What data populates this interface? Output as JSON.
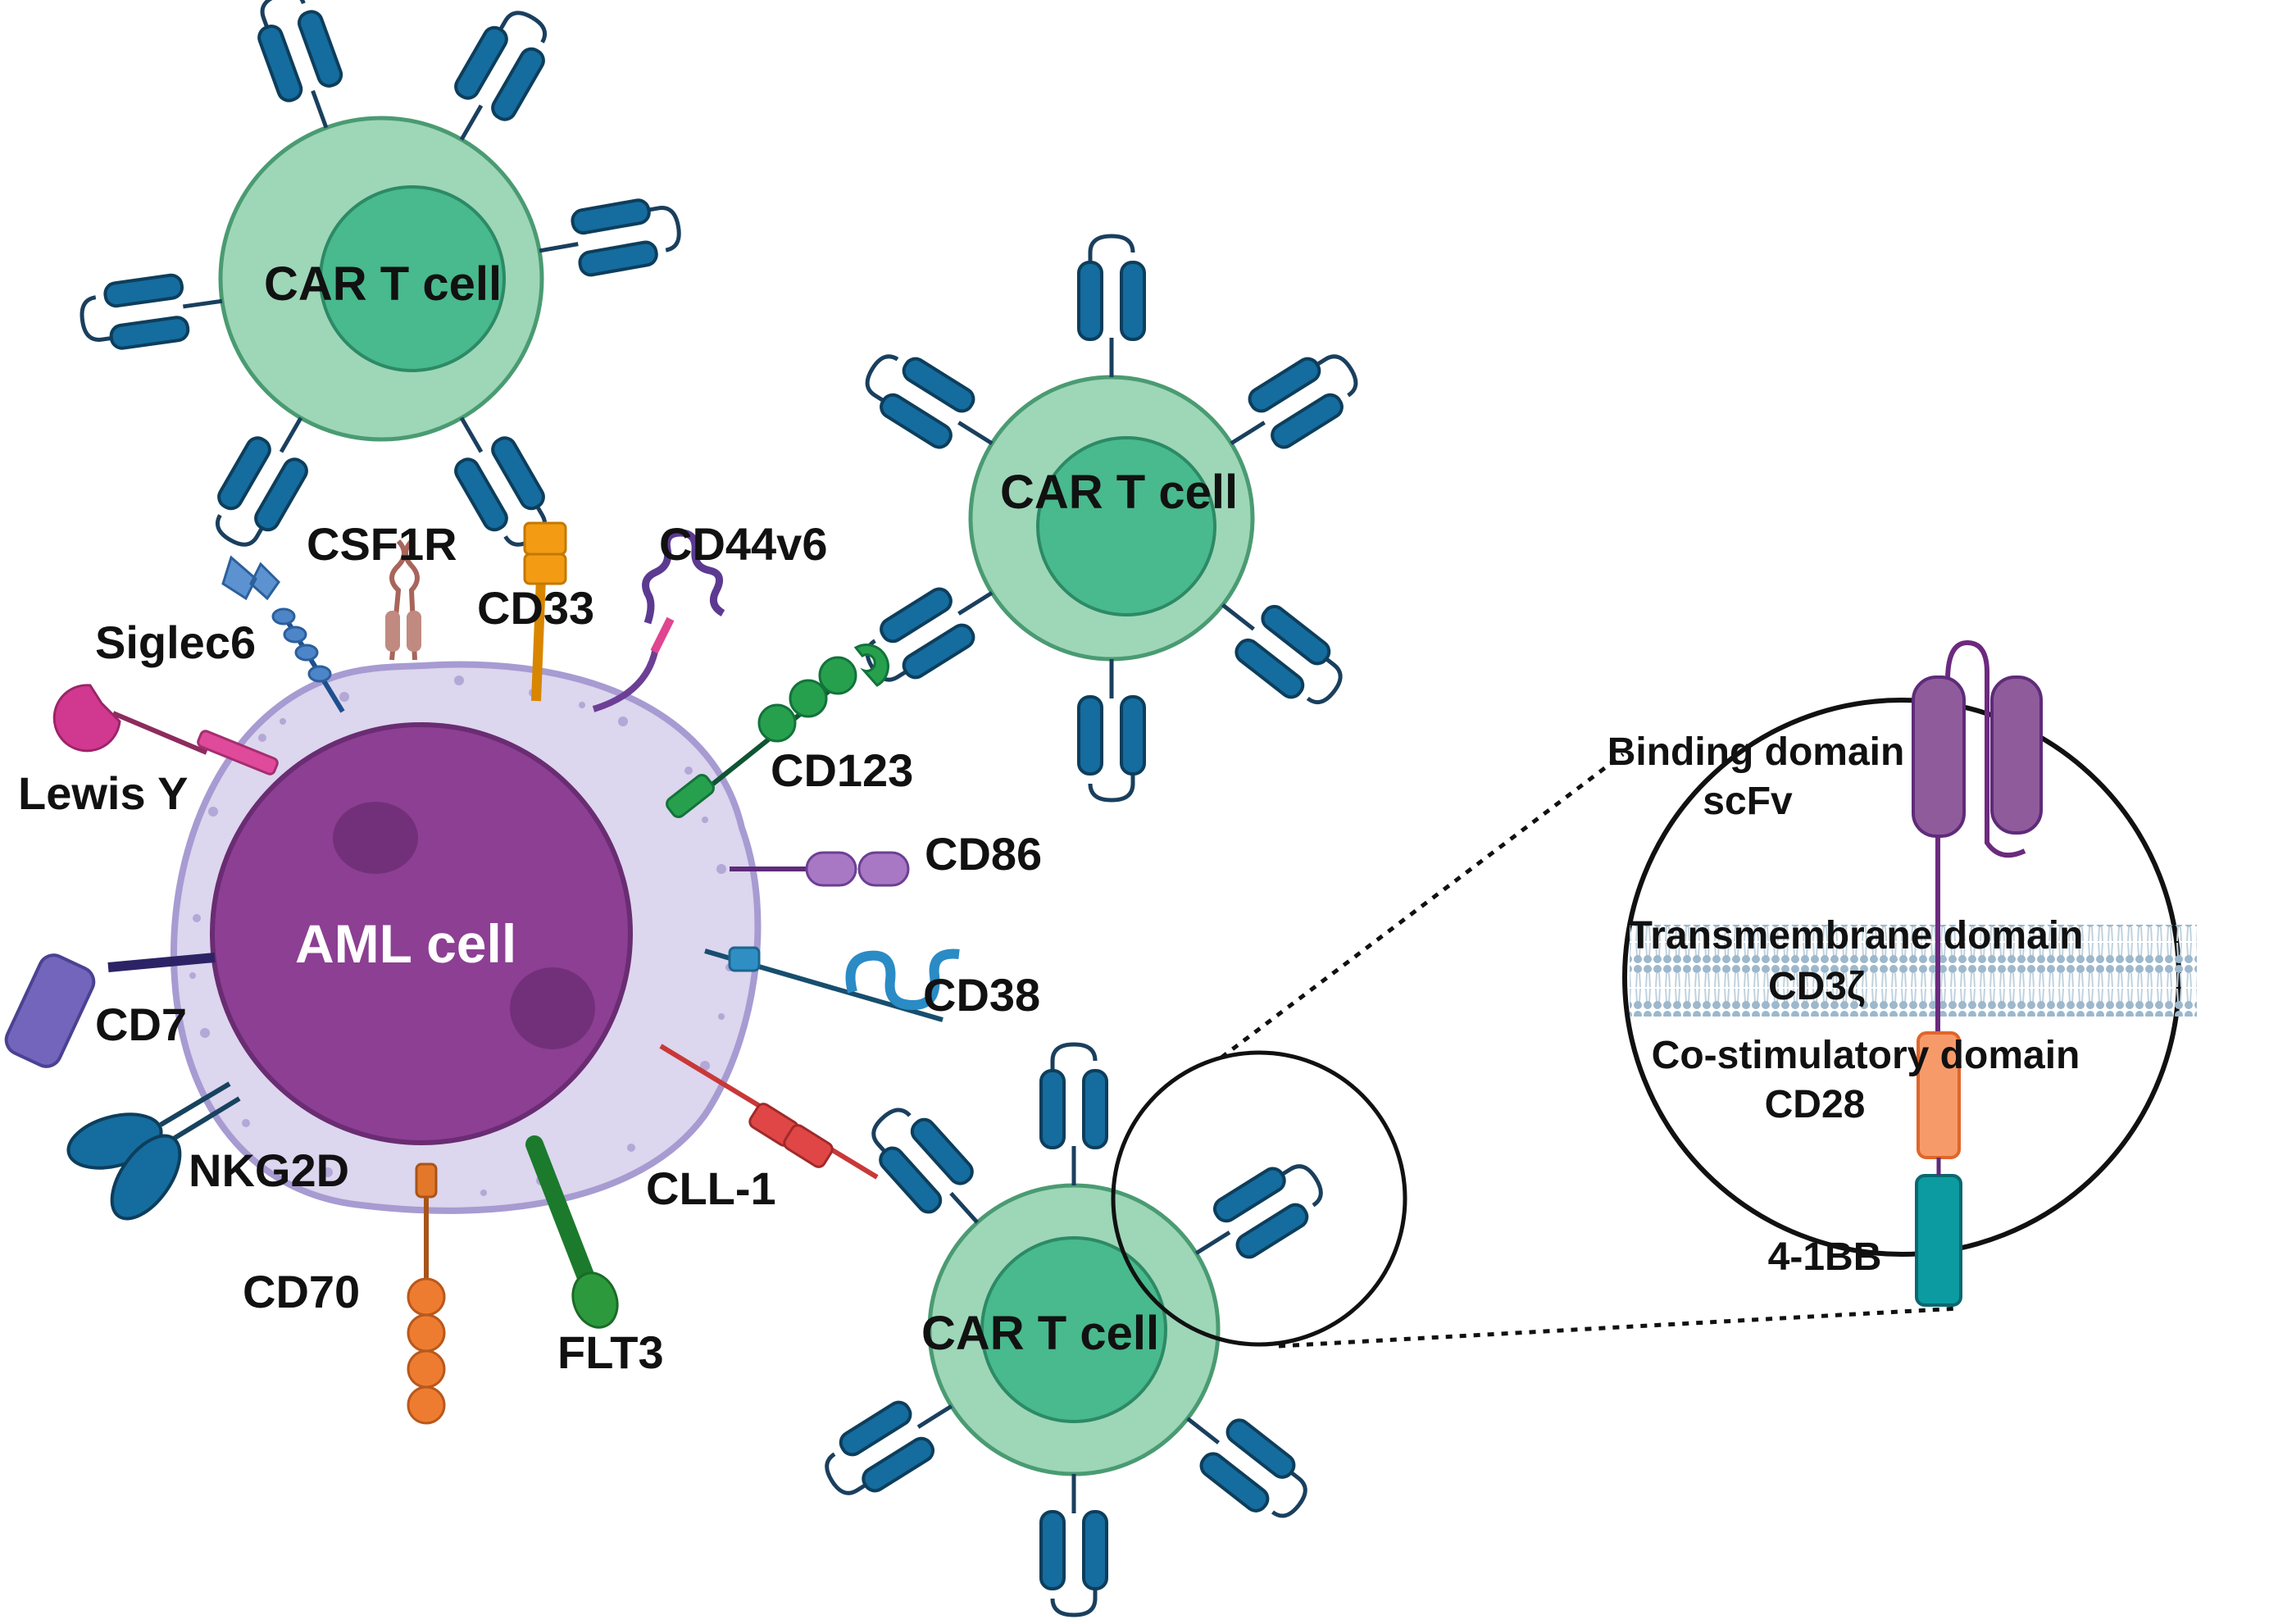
{
  "aml": {
    "label": "AML cell"
  },
  "car_t": {
    "label": "CAR T cell"
  },
  "antigens": {
    "csf1r": "CSF1R",
    "cd33": "CD33",
    "cd44v6": "CD44v6",
    "siglec6": "Siglec6",
    "lewis_y": "Lewis Y",
    "cd123": "CD123",
    "cd86": "CD86",
    "cd38": "CD38",
    "cd7": "CD7",
    "nkg2d": "NKG2D",
    "cll1": "CLL-1",
    "cd70": "CD70",
    "flt3": "FLT3"
  },
  "car_structure": {
    "binding_domain": "Binding domain",
    "scfv": "scFv",
    "transmembrane_domain": "Transmembrane domain",
    "cd3z": "CD3ζ",
    "costim_domain": "Co-stimulatory domain",
    "cd28": "CD28",
    "bb4_1": "4-1BB"
  },
  "colors": {
    "aml_outer": "#dcd6ee",
    "aml_outer_stroke": "#a79bd2",
    "aml_nucleus": "#8c3f93",
    "car_t_outer": "#9ed6b8",
    "car_t_nucleus": "#49b98e",
    "receptor": "#156c9e",
    "scfv": "#8f5b9b",
    "cd28": "#f79a6a",
    "bb4_1": "#0c9ba1"
  }
}
